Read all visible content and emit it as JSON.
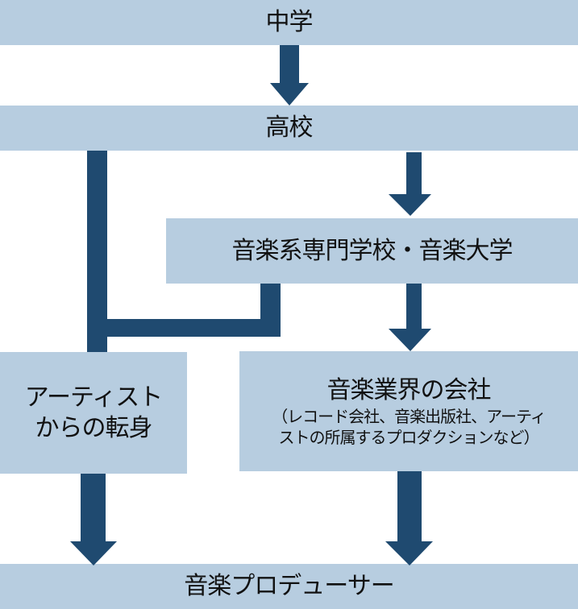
{
  "diagram": {
    "nodes": {
      "junior_high": "中学",
      "high_school": "高校",
      "music_school": "音楽系専門学校・音楽大学",
      "artist_transition_line1": "アーティスト",
      "artist_transition_line2": "からの転身",
      "music_company_title": "音楽業界の会社",
      "music_company_note_line1": "（レコード会社、音楽出版社、アーティ",
      "music_company_note_line2": "ストの所属するプロダクションなど）",
      "music_producer": "音楽プロデューサー"
    },
    "edges": [
      {
        "from": "junior_high",
        "to": "high_school"
      },
      {
        "from": "high_school",
        "to": "music_school"
      },
      {
        "from": "high_school",
        "to": "artist_transition"
      },
      {
        "from": "music_school",
        "to": "artist_transition"
      },
      {
        "from": "music_school",
        "to": "music_company"
      },
      {
        "from": "artist_transition",
        "to": "music_producer"
      },
      {
        "from": "music_company",
        "to": "music_producer"
      }
    ],
    "colors": {
      "box": "#b7cde0",
      "arrow": "#1f4a70",
      "text": "#111111"
    }
  }
}
